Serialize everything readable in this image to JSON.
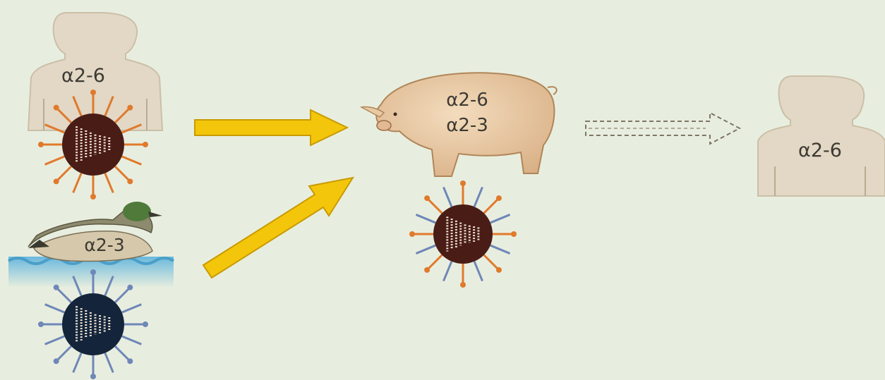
{
  "colors": {
    "background": "#e8eedf",
    "human_silhouette": "#e2d8c5",
    "human_outline": "#cbbfa8",
    "human_virus_spikes": "#e07a2c",
    "human_virus_core": "#4a1c16",
    "avian_virus_spikes": "#6f87b8",
    "avian_virus_core": "#14243a",
    "arrow_fill": "#f3c60b",
    "arrow_outline": "#c99a00",
    "pig_body": "#e8c9a2",
    "water": "#78c0e0"
  },
  "diagram": {
    "human_source": {
      "receptor": "α2-6",
      "icon": "human-silhouette"
    },
    "duck_source": {
      "receptor": "α2-3",
      "icon": "duck"
    },
    "pig_host": {
      "receptor_1": "α2-6",
      "receptor_2": "α2-3",
      "icon": "pig"
    },
    "human_target": {
      "receptor": "α2-6",
      "icon": "human-silhouette"
    },
    "human_virus": {
      "icon": "virus-human-strain"
    },
    "avian_virus": {
      "icon": "virus-avian-strain"
    },
    "reassortant_virus": {
      "icon": "virus-reassortant"
    },
    "arrows": {
      "human_to_pig": "solid-arrow",
      "duck_to_pig": "solid-arrow",
      "pig_to_human": "dashed-arrow"
    }
  }
}
